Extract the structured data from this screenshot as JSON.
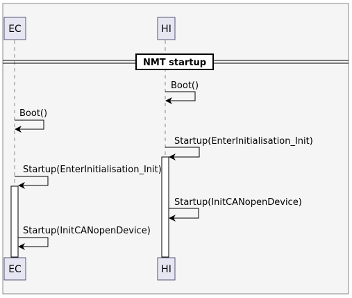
{
  "colors": {
    "page_background": "#ffffff",
    "frame_background": "#f5f5f5",
    "frame_border": "#888888",
    "participant_fill": "#e6e6f2",
    "participant_border": "#555577",
    "lifeline": "#888888",
    "arrow": "#000000",
    "divider_fill": "#ffffff"
  },
  "participants": [
    {
      "id": "ec",
      "label": "EC"
    },
    {
      "id": "hi",
      "label": "HI"
    }
  ],
  "divider": {
    "label": "NMT startup"
  },
  "messages": [
    {
      "from": "hi",
      "to": "hi",
      "label": "Boot()"
    },
    {
      "from": "ec",
      "to": "ec",
      "label": "Boot()"
    },
    {
      "from": "hi",
      "to": "hi",
      "label": "Startup(EnterInitialisation_Init)"
    },
    {
      "from": "ec",
      "to": "ec",
      "label": "Startup(EnterInitialisation_Init)"
    },
    {
      "from": "hi",
      "to": "hi",
      "label": "Startup(InitCANopenDevice)"
    },
    {
      "from": "ec",
      "to": "ec",
      "label": "Startup(InitCANopenDevice)"
    }
  ]
}
